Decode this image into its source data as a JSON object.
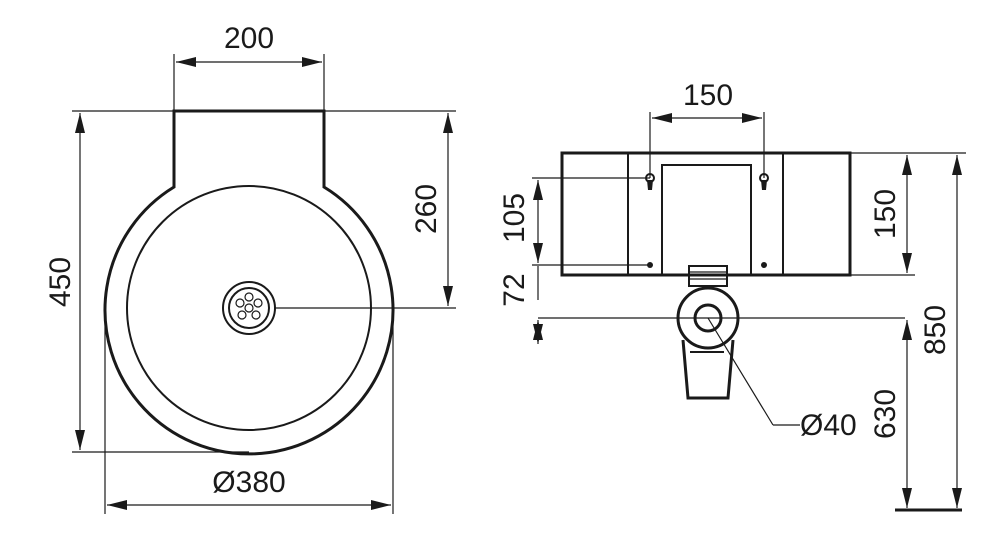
{
  "front_view": {
    "width_top": "200",
    "height_total": "450",
    "height_back": "260",
    "diameter": "Ø380"
  },
  "side_view": {
    "mount_spacing": "150",
    "hole_vertical": "105",
    "drain_offset": "72",
    "box_height": "150",
    "total_height": "850",
    "drain_height": "630",
    "drain_diameter": "Ø40"
  }
}
